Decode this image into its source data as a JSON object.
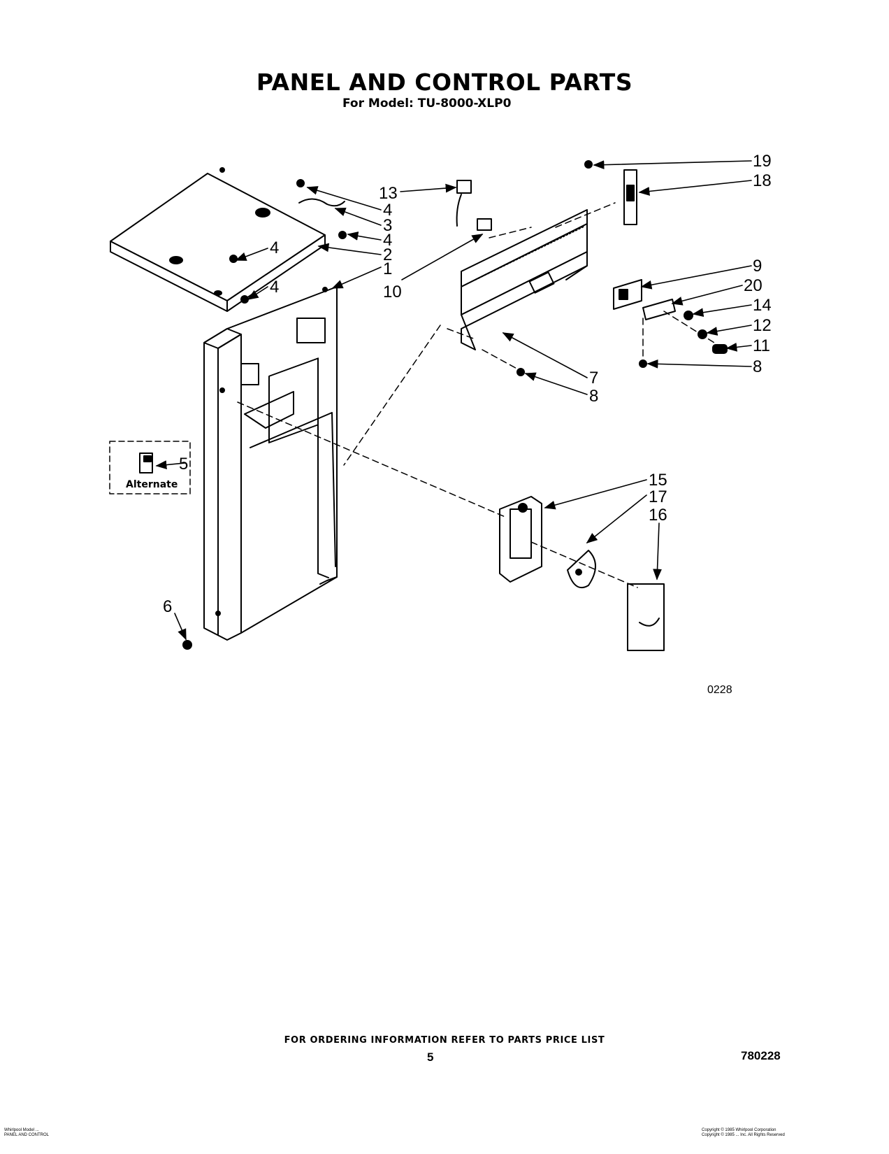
{
  "header": {
    "title": "PANEL AND CONTROL PARTS",
    "subtitle": "For Model: TU-8000-XLP0"
  },
  "callouts": {
    "c1": "1",
    "c2": "2",
    "c3": "3",
    "c4a": "4",
    "c4b": "4",
    "c4c": "4",
    "c4d": "4",
    "c5": "5",
    "c6": "6",
    "c7": "7",
    "c8a": "8",
    "c8b": "8",
    "c9": "9",
    "c10": "10",
    "c11": "11",
    "c12": "12",
    "c13": "13",
    "c14": "14",
    "c15": "15",
    "c16": "16",
    "c17": "17",
    "c18": "18",
    "c19": "19",
    "c20": "20"
  },
  "alternate_label": "Alternate",
  "diagram_code": "0228",
  "footer": {
    "ordering_note": "FOR ORDERING INFORMATION REFER TO PARTS PRICE LIST",
    "page_number": "5",
    "part_number": "780228",
    "left_line1": "Whirlpool Model ...",
    "left_line2": "PANEL AND CONTROL",
    "right_line1": "Copyright © 1985 Whirlpool Corporation",
    "right_line2": "Copyright © 1985 ... Inc. All Rights Reserved"
  }
}
